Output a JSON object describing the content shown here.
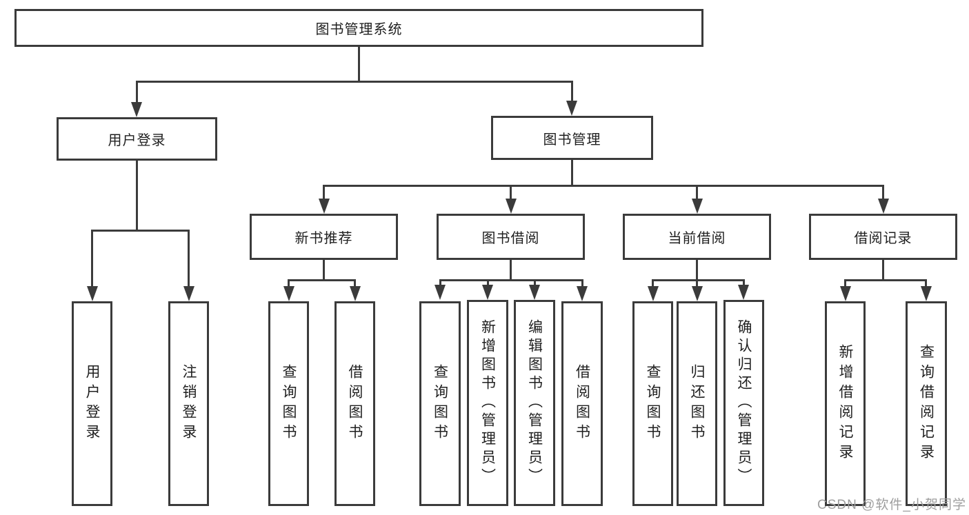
{
  "root": {
    "label": "图书管理系统"
  },
  "level1": [
    {
      "label": "用户登录"
    },
    {
      "label": "图书管理"
    }
  ],
  "login_children": [
    {
      "label": "用户登录"
    },
    {
      "label": "注销登录"
    }
  ],
  "categories": [
    {
      "label": "新书推荐"
    },
    {
      "label": "图书借阅"
    },
    {
      "label": "当前借阅"
    },
    {
      "label": "借阅记录"
    }
  ],
  "leaves": {
    "new_book": [
      {
        "label": "查询图书"
      },
      {
        "label": "借阅图书"
      }
    ],
    "borrow": [
      {
        "label": "查询图书"
      },
      {
        "label": "新增图书（管理员）"
      },
      {
        "label": "编辑图书（管理员）"
      },
      {
        "label": "借阅图书"
      }
    ],
    "current": [
      {
        "label": "查询图书"
      },
      {
        "label": "归还图书"
      },
      {
        "label": "确认归还（管理员）"
      }
    ],
    "records": [
      {
        "label": "新增借阅记录"
      },
      {
        "label": "查询借阅记录"
      }
    ]
  },
  "watermark": "CSDN @软件_小贺同学",
  "colors": {
    "line": "#3b3b3b",
    "text": "#1f1f1f",
    "watermark": "#9e9e9e",
    "background": "#ffffff"
  }
}
